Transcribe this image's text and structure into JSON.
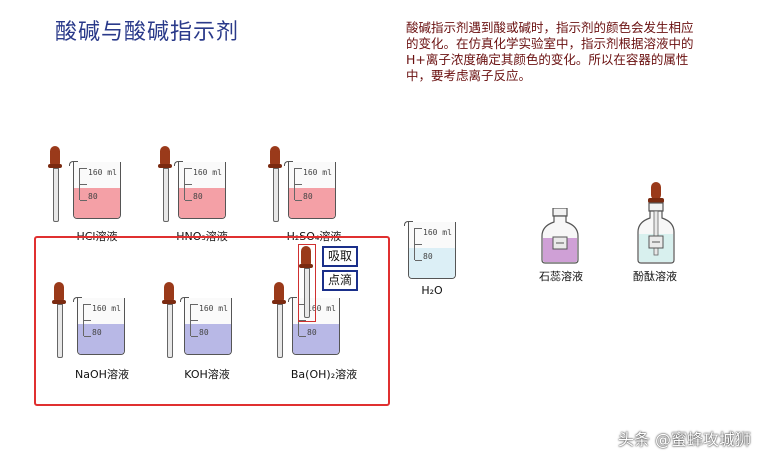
{
  "header": {
    "title": "酸碱与酸碱指示剂",
    "description": "酸碱指示剂遇到酸或碱时，指示剂的颜色会发生相应的变化。在仿真化学实验室中，指示剂根据溶液中的H+离子浓度确定其颜色的变化。所以在容器的属性中，要考虑离子反应。"
  },
  "beaker_marks": {
    "high": "160 ml",
    "low": "80"
  },
  "acids": [
    {
      "label": "HCl溶液",
      "color": "#f4a0a6"
    },
    {
      "label": "HNO₃溶液",
      "color": "#f4a0a6"
    },
    {
      "label": "H₂SO₄溶液",
      "color": "#f4a0a6"
    }
  ],
  "bases": [
    {
      "label": "NaOH溶液",
      "color": "#b8b8e6"
    },
    {
      "label": "KOH溶液",
      "color": "#b8b8e6"
    },
    {
      "label": "Ba(OH)₂溶液",
      "color": "#b8b8e6"
    }
  ],
  "water": {
    "label": "H₂O",
    "color": "#dceff6"
  },
  "indicators": [
    {
      "label": "石蕊溶液",
      "color": "#cfa0d6"
    },
    {
      "label": "酚酞溶液",
      "color": "#d8f0ee"
    }
  ],
  "actions": {
    "draw": "吸取",
    "drip": "点滴"
  },
  "watermark": "头条 @蜜蜂攻城狮",
  "colors": {
    "title": "#2a3a8a",
    "description": "#6a1010",
    "highlight_box": "#e03030",
    "button_border": "#1a2f8a",
    "dropper_bulb": "#9a3a1a"
  }
}
